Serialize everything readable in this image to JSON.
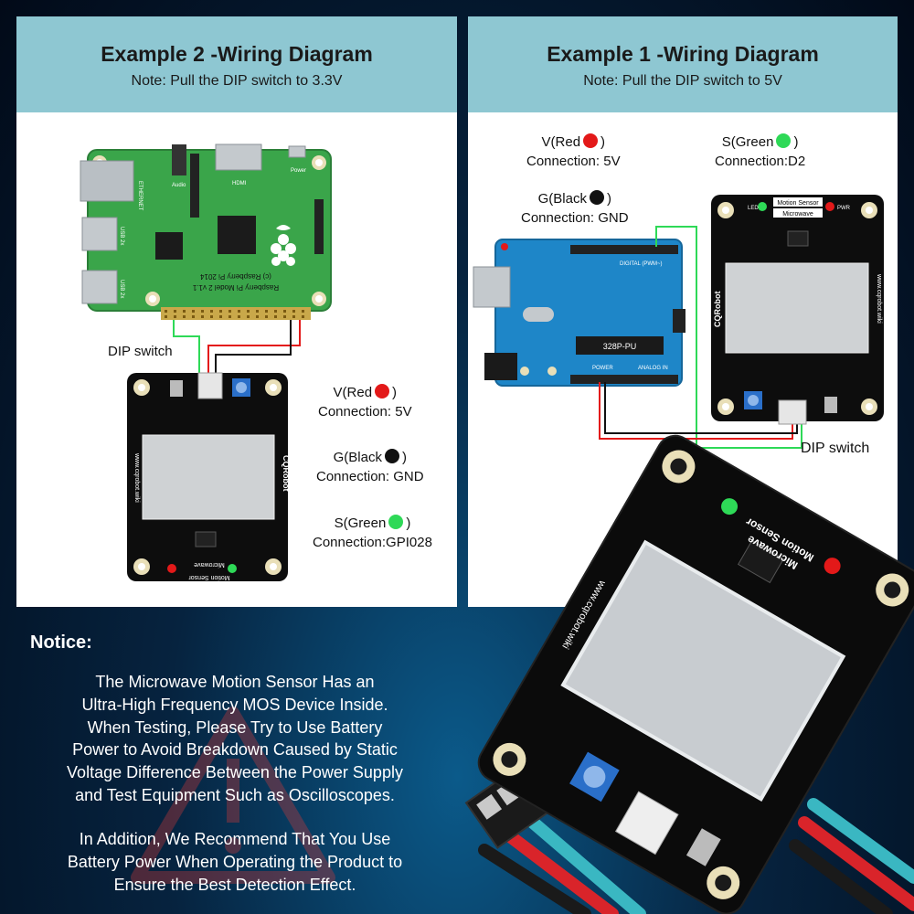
{
  "example2": {
    "title": "Example 2 -Wiring Diagram",
    "note": "Note: Pull the DIP switch to 3.3V",
    "dip_label": "DIP switch",
    "v_label": "V(Red",
    "v_conn": "Connection: 5V",
    "g_label": "G(Black",
    "g_conn": "Connection: GND",
    "s_label": "S(Green",
    "s_conn": "Connection:GPI028",
    "pi_text": "Raspberry Pi Model 2 v1.1",
    "pi_copy": "(c) Raspberry Pi 2014",
    "pi_ports": [
      "ETHERNET",
      "USB 2x",
      "USB 2x",
      "HDMI",
      "Power",
      "Audio"
    ]
  },
  "example1": {
    "title": "Example 1 -Wiring Diagram",
    "note": "Note: Pull the DIP switch to 5V",
    "dip_label": "DIP switch",
    "v_label": "V(Red",
    "v_conn": "Connection: 5V",
    "g_label": "G(Black",
    "g_conn": "Connection: GND",
    "s_label": "S(Green",
    "s_conn": "Connection:D2",
    "chip": "328P-PU",
    "digital": "DIGITAL (PWM~)",
    "power": "POWER",
    "analog": "ANALOG IN"
  },
  "sensor": {
    "brand": "CQRobot",
    "site": "www.cqrobot.wiki",
    "name": "Motion Sensor",
    "type": "Microwave",
    "led": "LED",
    "pwr": "PWR"
  },
  "notice": {
    "heading": "Notice:",
    "para1": [
      "The Microwave Motion Sensor Has an",
      "Ultra-High Frequency MOS Device Inside.",
      "When Testing, Please Try to Use Battery",
      "Power to Avoid Breakdown Caused by Static",
      "Voltage Difference Between the Power Supply",
      "and Test Equipment Such as Oscilloscopes."
    ],
    "para2": [
      "In Addition, We Recommend That You Use",
      "Battery Power When Operating the Product to",
      "Ensure the Best Detection Effect."
    ]
  },
  "colors": {
    "header": "#8ec7d2",
    "red": "#e31919",
    "black": "#111111",
    "green": "#2ed957",
    "pi_board": "#3aa54a",
    "arduino": "#1e86c8"
  }
}
